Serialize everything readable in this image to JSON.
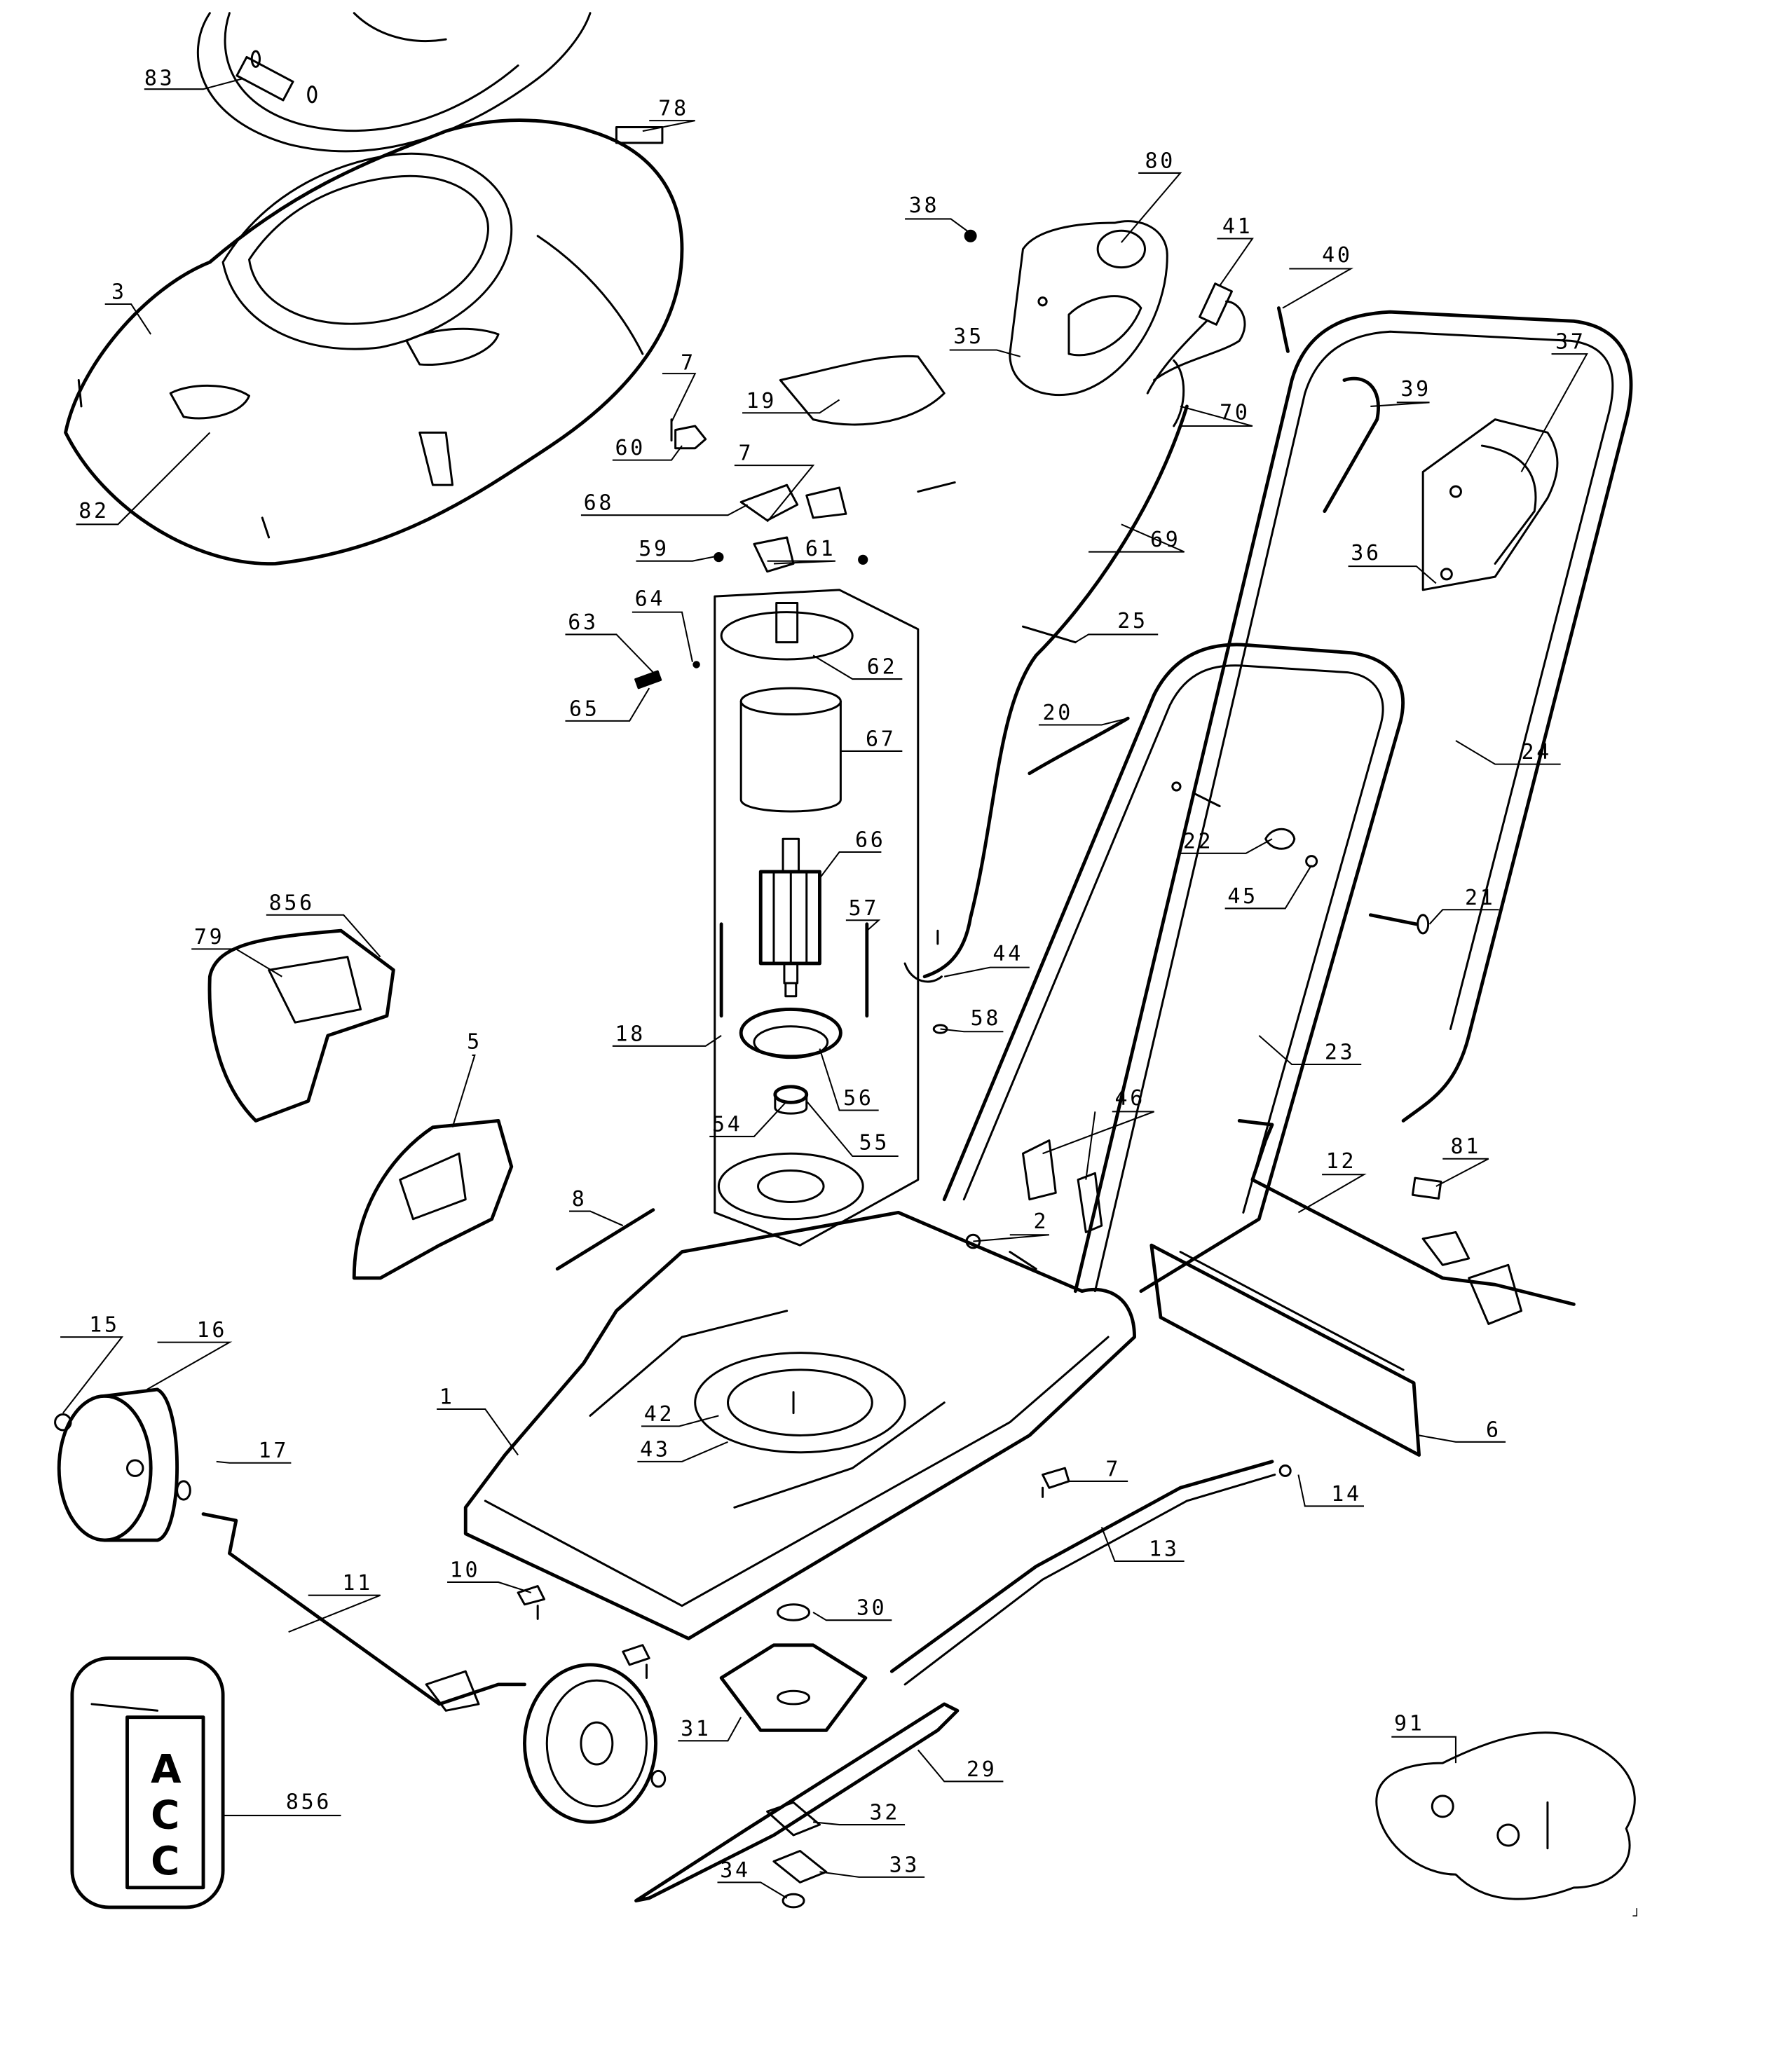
{
  "diagram": {
    "title": "Lawn mower exploded parts diagram",
    "callouts": [
      {
        "id": "c83",
        "label": "83"
      },
      {
        "id": "c78",
        "label": "78"
      },
      {
        "id": "c3",
        "label": "3"
      },
      {
        "id": "c82",
        "label": "82"
      },
      {
        "id": "c80",
        "label": "80"
      },
      {
        "id": "c38",
        "label": "38"
      },
      {
        "id": "c41",
        "label": "41"
      },
      {
        "id": "c40",
        "label": "40"
      },
      {
        "id": "c35",
        "label": "35"
      },
      {
        "id": "c70",
        "label": "70"
      },
      {
        "id": "c37",
        "label": "37"
      },
      {
        "id": "c39",
        "label": "39"
      },
      {
        "id": "c36",
        "label": "36"
      },
      {
        "id": "c7a",
        "label": "7"
      },
      {
        "id": "c19",
        "label": "19"
      },
      {
        "id": "c60",
        "label": "60"
      },
      {
        "id": "c7b",
        "label": "7"
      },
      {
        "id": "c68",
        "label": "68"
      },
      {
        "id": "c59",
        "label": "59"
      },
      {
        "id": "c61",
        "label": "61"
      },
      {
        "id": "c69",
        "label": "69"
      },
      {
        "id": "c64",
        "label": "64"
      },
      {
        "id": "c63",
        "label": "63"
      },
      {
        "id": "c62",
        "label": "62"
      },
      {
        "id": "c65",
        "label": "65"
      },
      {
        "id": "c25",
        "label": "25"
      },
      {
        "id": "c20",
        "label": "20"
      },
      {
        "id": "c67",
        "label": "67"
      },
      {
        "id": "c24",
        "label": "24"
      },
      {
        "id": "c22",
        "label": "22"
      },
      {
        "id": "c66",
        "label": "66"
      },
      {
        "id": "c45",
        "label": "45"
      },
      {
        "id": "c21",
        "label": "21"
      },
      {
        "id": "c856a",
        "label": "856"
      },
      {
        "id": "c79",
        "label": "79"
      },
      {
        "id": "c57",
        "label": "57"
      },
      {
        "id": "c44",
        "label": "44"
      },
      {
        "id": "c58",
        "label": "58"
      },
      {
        "id": "c18",
        "label": "18"
      },
      {
        "id": "c5",
        "label": "5"
      },
      {
        "id": "c23",
        "label": "23"
      },
      {
        "id": "c56",
        "label": "56"
      },
      {
        "id": "c46",
        "label": "46"
      },
      {
        "id": "c54",
        "label": "54"
      },
      {
        "id": "c55",
        "label": "55"
      },
      {
        "id": "c12",
        "label": "12"
      },
      {
        "id": "c81",
        "label": "81"
      },
      {
        "id": "c8",
        "label": "8"
      },
      {
        "id": "c2",
        "label": "2"
      },
      {
        "id": "c15",
        "label": "15"
      },
      {
        "id": "c16",
        "label": "16"
      },
      {
        "id": "c1",
        "label": "1"
      },
      {
        "id": "c42",
        "label": "42"
      },
      {
        "id": "c43",
        "label": "43"
      },
      {
        "id": "c6",
        "label": "6"
      },
      {
        "id": "c17",
        "label": "17"
      },
      {
        "id": "c7c",
        "label": "7"
      },
      {
        "id": "c14",
        "label": "14"
      },
      {
        "id": "c13",
        "label": "13"
      },
      {
        "id": "c10",
        "label": "10"
      },
      {
        "id": "c11",
        "label": "11"
      },
      {
        "id": "c30",
        "label": "30"
      },
      {
        "id": "c31",
        "label": "31"
      },
      {
        "id": "c29",
        "label": "29"
      },
      {
        "id": "c91",
        "label": "91"
      },
      {
        "id": "c856b",
        "label": "856"
      },
      {
        "id": "c32",
        "label": "32"
      },
      {
        "id": "c33",
        "label": "33"
      },
      {
        "id": "c34",
        "label": "34"
      }
    ],
    "acc_box": {
      "letters": [
        "A",
        "C",
        "C"
      ]
    }
  }
}
